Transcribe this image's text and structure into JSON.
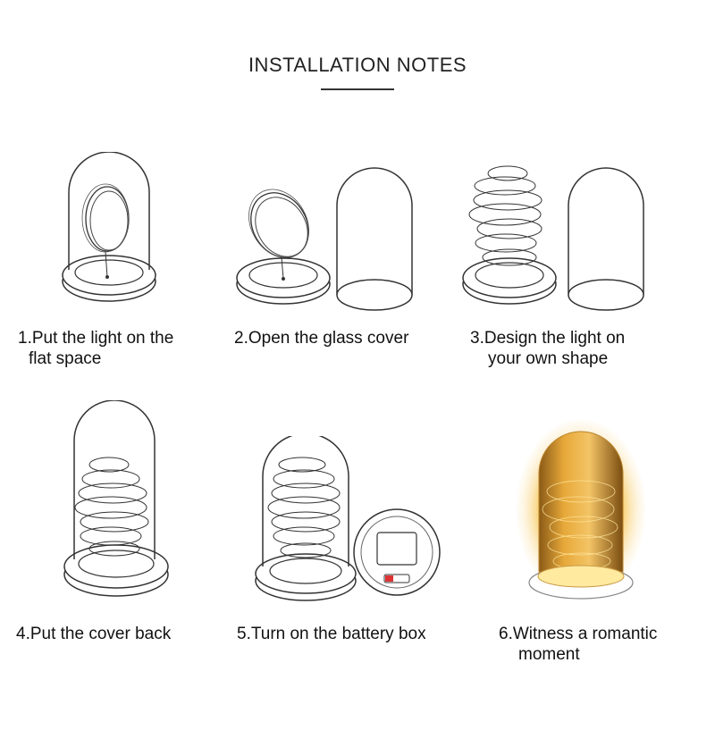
{
  "title": "INSTALLATION NOTES",
  "steps": [
    {
      "line1": "1.Put the light on the",
      "line2": "flat space",
      "icon": "jar-with-wire-light-icon"
    },
    {
      "line1": "2.Open the glass cover",
      "line2": "",
      "icon": "open-jar-cover-icon"
    },
    {
      "line1": "3.Design the light on",
      "line2": "your own shape",
      "icon": "shaped-wire-light-icon"
    },
    {
      "line1": "4.Put the cover back",
      "line2": "",
      "icon": "covered-jar-icon"
    },
    {
      "line1": "5.Turn on the battery box",
      "line2": "",
      "icon": "battery-box-icon"
    },
    {
      "line1": "6.Witness a romantic",
      "line2": "moment",
      "icon": "glowing-jar-icon"
    }
  ],
  "colors": {
    "line_art": "#333333",
    "glow": "#f4b53a",
    "glow_light": "#ffe9a6"
  }
}
